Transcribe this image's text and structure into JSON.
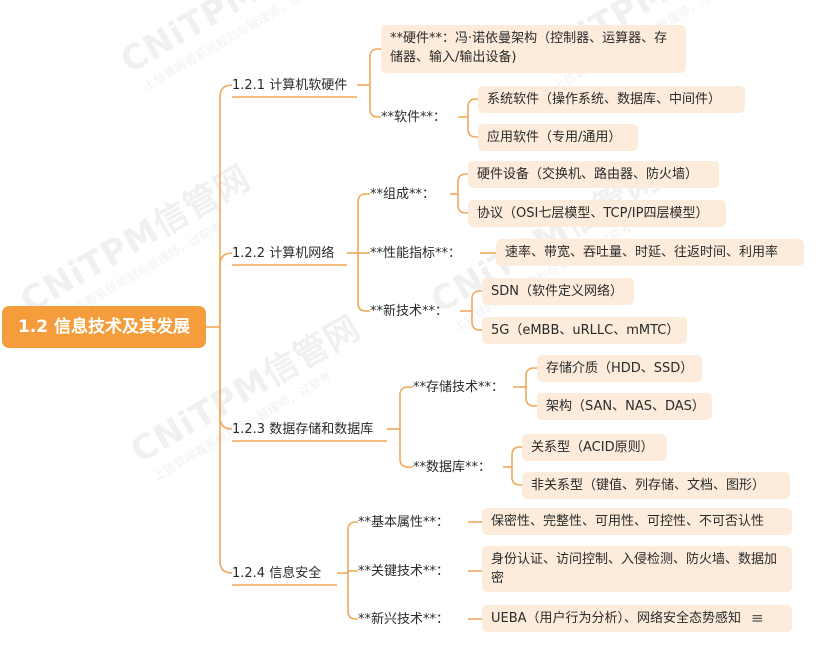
{
  "colors": {
    "accent": "#f59d3c",
    "node_fill": "#fdecdc",
    "line": "#f0a85a"
  },
  "watermark": {
    "brand": "CNiTPM信管网",
    "tagline": "上信管网看系统规划与管理师，过软考"
  },
  "root": {
    "label": "1.2 信息技术及其发展"
  },
  "branches": [
    {
      "label": "1.2.1 计算机软硬件",
      "children": [
        {
          "label": "**硬件**：冯·诺依曼架构（控制器、运算器、存储器、输入/输出设备)"
        },
        {
          "label": "**软件**：",
          "children": [
            {
              "label": "系统软件（操作系统、数据库、中间件）"
            },
            {
              "label": "应用软件（专用/通用）"
            }
          ]
        }
      ]
    },
    {
      "label": "1.2.2 计算机网络",
      "children": [
        {
          "label": "**组成**：",
          "children": [
            {
              "label": "硬件设备（交换机、路由器、防火墙）"
            },
            {
              "label": "协议（OSI七层模型、TCP/IP四层模型）"
            }
          ]
        },
        {
          "label": "**性能指标**：",
          "children": [
            {
              "label": "速率、带宽、吞吐量、时延、往返时间、利用率"
            }
          ]
        },
        {
          "label": "**新技术**：",
          "children": [
            {
              "label": "SDN（软件定义网络）"
            },
            {
              "label": "5G（eMBB、uRLLC、mMTC）"
            }
          ]
        }
      ]
    },
    {
      "label": "1.2.3 数据存储和数据库",
      "children": [
        {
          "label": "**存储技术**：",
          "children": [
            {
              "label": "存储介质（HDD、SSD）"
            },
            {
              "label": "架构（SAN、NAS、DAS）"
            }
          ]
        },
        {
          "label": "**数据库**：",
          "children": [
            {
              "label": "关系型（ACID原则）"
            },
            {
              "label": "非关系型（键值、列存储、文档、图形）"
            }
          ]
        }
      ]
    },
    {
      "label": "1.2.4 信息安全",
      "children": [
        {
          "label": "**基本属性**：",
          "children": [
            {
              "label": "保密性、完整性、可用性、可控性、不可否认性"
            }
          ]
        },
        {
          "label": "**关键技术**：",
          "children": [
            {
              "label": "身份认证、访问控制、入侵检测、防火墙、数据加密"
            }
          ]
        },
        {
          "label": "**新兴技术**：",
          "children": [
            {
              "label": "UEBA（用户行为分析）、网络安全态势感知",
              "icon": "note-icon"
            }
          ]
        }
      ]
    }
  ]
}
